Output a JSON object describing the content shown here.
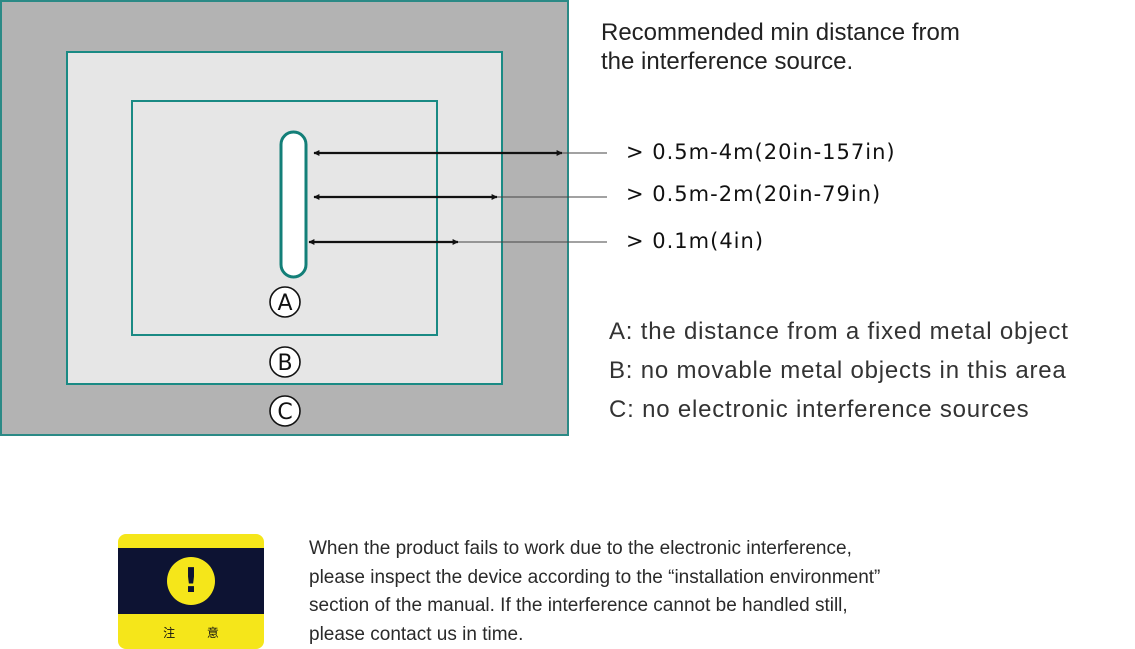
{
  "title_lines": [
    "Recommended min distance from",
    "the interference source."
  ],
  "distances": [
    "> 0.5m-4m(20in-157in)",
    "> 0.5m-2m(20in-79in)",
    "> 0.1m(4in)"
  ],
  "zone_labels": [
    "A",
    "B",
    "C"
  ],
  "legend": [
    "A: the distance from a fixed metal object",
    "B: no movable metal objects in this area",
    "C: no electronic interference sources"
  ],
  "warning": {
    "icon": "exclamation-icon",
    "symbol": "!",
    "caption": "注 意"
  },
  "note_lines": [
    "When the product fails to work due to the electronic interference,",
    "please inspect the device according to the  “installation environment”",
    "section of the manual. If the interference cannot be handled still,",
    "please contact us in time."
  ],
  "colors": {
    "zone_c": "#b3b3b3",
    "zone_b": "#e6e6e6",
    "zone_a": "#e6e6e6",
    "zone_border": "#1a8a84",
    "outer_border": "#2b8a86",
    "device_border": "#137f78",
    "warning_yellow": "#f5e61a",
    "warning_navy": "#0d1333"
  }
}
